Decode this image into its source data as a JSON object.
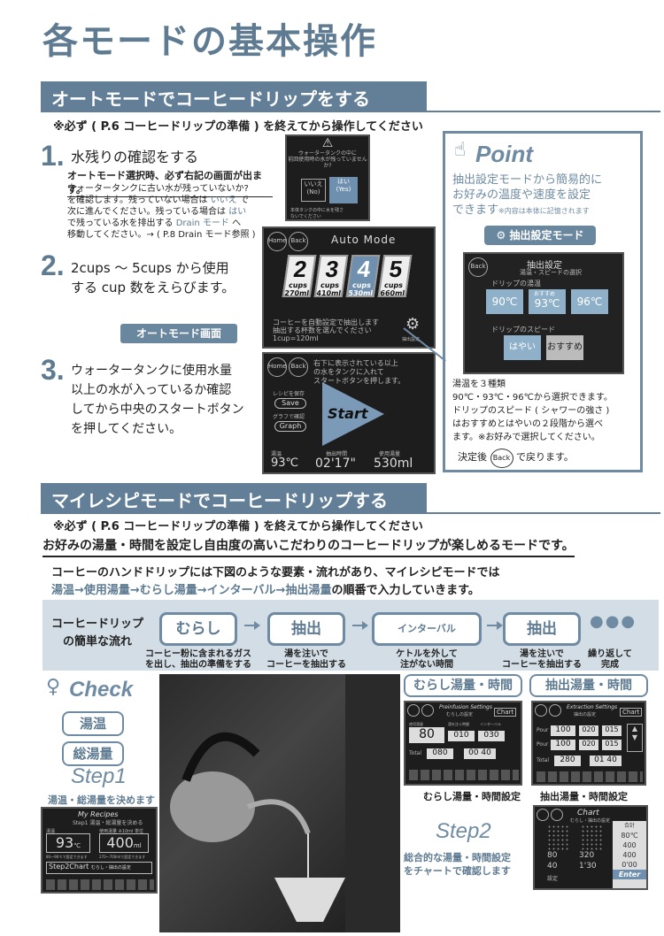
{
  "title": "各モードの基本操作",
  "section1": {
    "header": "オートモードでコーヒードリップをする",
    "prereq": "※必ず ( P.6 コーヒードリップの準備 ) を終えてから操作してください",
    "step1": {
      "num": "1.",
      "title": "水残りの確認をする",
      "sub": "オートモード選択時、必ず右記の画面が出ます。",
      "body1": "ウォータータンクに古い水が残っていないか?",
      "body2": "を確認します。残っていない場合は",
      "iie": "いいえ",
      "body3": "で",
      "body4": "次に進んでください。残っている場合は",
      "hai": "はい",
      "body5": "で残っている水を排出する",
      "drain": "Drain モード",
      "body6": "へ",
      "body7": "移動してください。→ ( P.8 Drain モード参照 )"
    },
    "step1screen": {
      "msg1": "ウォータータンクの中に",
      "msg2": "前回使用時の水が残っていませんか?",
      "left": "いいえ",
      "left_en": "(No)",
      "right": "はい",
      "right_en": "(Yes)",
      "notice": "本体タンクの中に水を残さないでください"
    },
    "step2": {
      "num": "2.",
      "line1": "2cups ～ 5cups から使用",
      "line2": "する cup 数をえらびます。"
    },
    "automode_label": "オートモード画面",
    "autoscreen": {
      "home": "Home",
      "back": "Back",
      "title": "Auto Mode",
      "cups": [
        {
          "n": "2",
          "unit": "cups",
          "ml": "270ml"
        },
        {
          "n": "3",
          "unit": "cups",
          "ml": "410ml"
        },
        {
          "n": "4",
          "unit": "cups",
          "ml": "530ml"
        },
        {
          "n": "5",
          "unit": "cups",
          "ml": "660ml"
        }
      ],
      "msg1": "コーヒーを自動設定で抽出します",
      "msg2": "抽出する杯数を選んでください",
      "msg3": "1cup=120ml",
      "gear": "抽出設定"
    },
    "step3": {
      "num": "3.",
      "line1": "ウォータータンクに使用水量",
      "line2": "以上の水が入っているか確認",
      "line3": "してから中央のスタートボタン",
      "line4": "を押してください。"
    },
    "startscreen": {
      "home": "Home",
      "back": "Back",
      "msg1": "右下に表示されている以上",
      "msg2": "の水をタンクに入れて",
      "msg3": "スタートボタンを押します。",
      "save_label": "レシピを保存",
      "save": "Save",
      "graph_label": "グラフで確認",
      "graph": "Graph",
      "start": "Start",
      "temp_label": "湯温",
      "time_label": "抽出時間",
      "water_label": "使用湯量",
      "temp": "93℃",
      "time": "02'17\"",
      "water": "530ml"
    },
    "point": {
      "title": "Point",
      "text1": "抽出設定モードから簡易的に",
      "text2": "お好みの温度や速度を設定",
      "text3": "できます",
      "note": "※内容は本体に記憶されます",
      "modebtn": "抽出設定モード",
      "screen_back": "Back",
      "screen_title": "抽出設定",
      "screen_sub": "湯温・スピードの選択",
      "temp_head": "ドリップの湯温",
      "temps": [
        "90℃",
        "93℃",
        "96℃"
      ],
      "rec": "おすすめ",
      "speed_head": "ドリップのスピード",
      "speeds": [
        "はやい",
        "おすすめ"
      ],
      "desc1": "湯温を３種類",
      "desc2": "90℃・93℃・96℃から選択できます。",
      "desc3": "ドリップのスピード ( シャワーの強さ )",
      "desc4": "はおすすめとはやいの２段階から選べ",
      "desc5": "ます。※お好みで選択してください。",
      "after1": "決定後",
      "back": "Back",
      "after2": "で戻ります。"
    }
  },
  "section2": {
    "header": "マイレシピモードでコーヒードリップする",
    "prereq": "※必ず ( P.6 コーヒードリップの準備 ) を終えてから操作してください",
    "lead": "お好みの湯量・時間を設定し自由度の高いこだわりのコーヒードリップが楽しめるモードです。",
    "flow1": "コーヒーのハンドドリップには下図のような要素・流れがあり、マイレシピモードでは",
    "flow2a": "湯温→使用湯量→むらし湯量→インターバル→抽出湯量",
    "flow2b": "の順番で入力していきます。",
    "flowtitle1": "コーヒードリップ",
    "flowtitle2": "の簡単な流れ",
    "flow": [
      {
        "label": "むらし",
        "cap1": "コーヒー粉に含まれるガス",
        "cap2": "を出し、抽出の準備をする"
      },
      {
        "label": "抽出",
        "cap1": "湯を注いで",
        "cap2": "コーヒーを抽出する"
      },
      {
        "label": "インターバル",
        "cap1": "ケトルを外して",
        "cap2": "注がない時間"
      },
      {
        "label": "抽出",
        "cap1": "湯を注いで",
        "cap2": "コーヒーを抽出する"
      },
      {
        "label": "●●●",
        "cap1": "繰り返して",
        "cap2": "完成"
      }
    ],
    "check": "Check",
    "yuon": "湯温",
    "soyuryo": "総湯量",
    "step1": "Step1",
    "step1cap": "湯温・総湯量を決めます",
    "recipe_screen": {
      "title": "My Recipes",
      "sub": "Step1 湯温・総湯量を決める",
      "l1": "湯温",
      "l2": "使用湯量 ※10ml 単位",
      "temp": "93",
      "temp_u": "℃",
      "water": "400",
      "water_u": "ml",
      "r1": "80～96℃で設定できます",
      "r2": "270～700mlで設定できます",
      "next": "Step2Chart",
      "next_sub": "むらし・抽出の設定"
    },
    "murashi_btn": "むらし湯量・時間",
    "chushutsu_btn": "抽出湯量・時間",
    "pre_screen": {
      "title": "Preinfusion Settings",
      "sub": "むらしの設定",
      "chart": "Chart",
      "l1": "使用湯量",
      "l2": "湯を注ぐ時間",
      "l3": "インターバル",
      "ml": "80",
      "t1": "010",
      "t2": "030",
      "total": "Total",
      "tml": "080",
      "ttime": "00 40"
    },
    "ext_screen": {
      "title": "Extraction Settings",
      "sub": "抽出の設定",
      "chart": "Chart",
      "l1": "使用湯量",
      "l2": "湯を注ぐ時間",
      "l3": "インターバル",
      "p1": "Pour 1",
      "p2": "Pour 2",
      "m1": "100",
      "m2": "100",
      "a1": "020",
      "b1": "015",
      "a2": "020",
      "b2": "015",
      "total": "Total",
      "tml": "280",
      "ttime": "01 40"
    },
    "pre_cap": "むらし湯量・時間設定",
    "ext_cap": "抽出湯量・時間設定",
    "step2": "Step2",
    "step2cap1": "総合的な湯量・時間設定",
    "step2cap2": "をチャートで確認します",
    "chart_screen": {
      "title": "Chart",
      "sub": "むらし・抽出の設定",
      "v1": "80",
      "v2": "320",
      "v3": "40",
      "v4": "1'30",
      "total_label": "合計",
      "tt": "80℃",
      "tw": "400",
      "tw2": "400",
      "tt2": "0'00",
      "set": "設定",
      "enter": "Enter"
    }
  }
}
